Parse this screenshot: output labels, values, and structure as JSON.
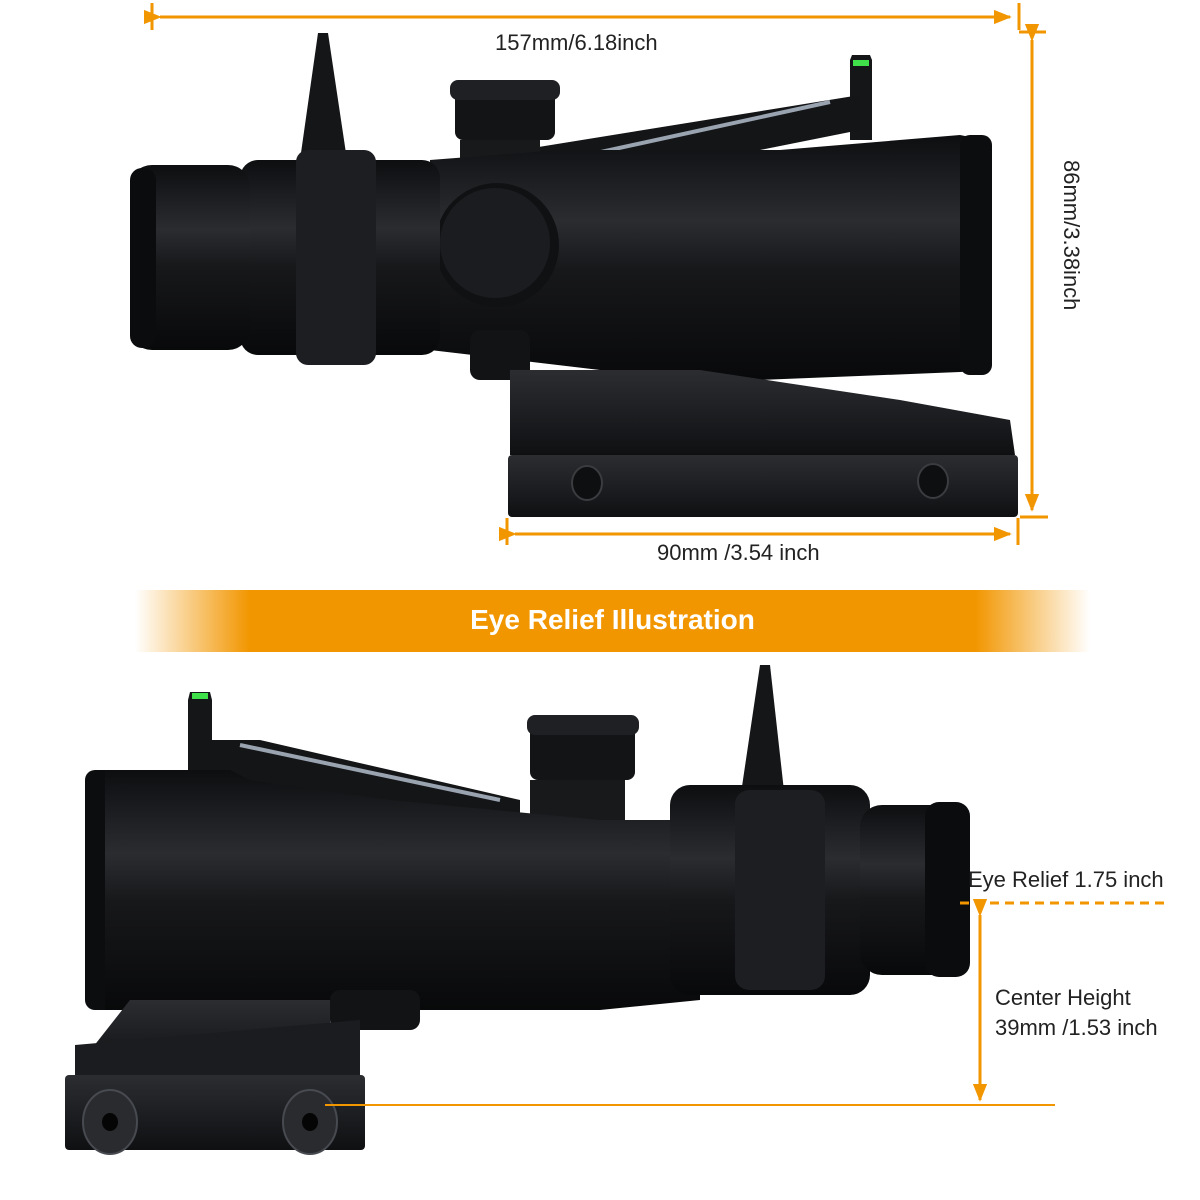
{
  "top_view": {
    "length_label": "157mm/6.18inch",
    "height_label": "86mm/3.38inch",
    "mount_length_label": "90mm /3.54 inch"
  },
  "banner": {
    "title": "Eye Relief Illustration"
  },
  "bottom_view": {
    "eye_relief_label": "Eye Relief 1.75 inch",
    "center_height_label_line1": "Center Height",
    "center_height_label_line2": "39mm /1.53 inch"
  },
  "colors": {
    "accent_orange": "#f29600",
    "scope_body": "#1c1d1f",
    "fiber_green": "#3fe04a",
    "text": "#222222"
  }
}
